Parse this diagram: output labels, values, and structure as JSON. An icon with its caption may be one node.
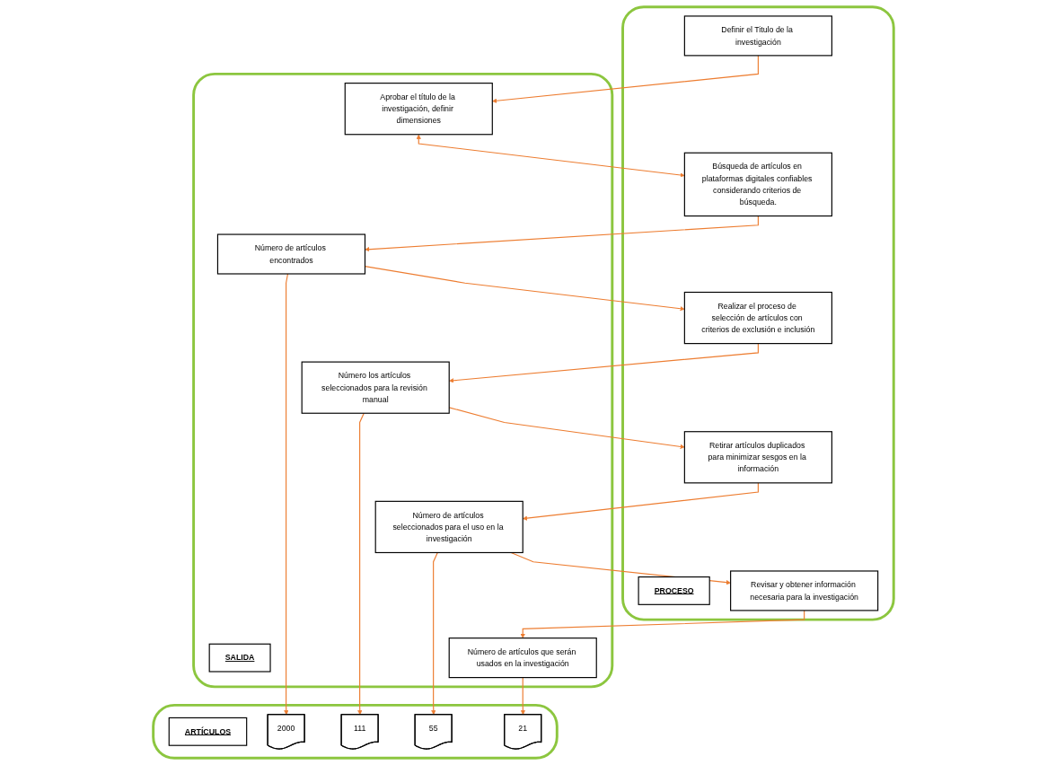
{
  "diagram": {
    "nodes": [
      {
        "text": [],
        "shape": "box"
      },
      {
        "text": [
          "PROCESO"
        ],
        "in": 0
      },
      {
        "text": [
          "Definir el Titulo de la investigación"
        ],
        "in": 0
      },
      {
        "text": [
          "Búsqueda de artículos en plataformas digitales confiables considerando criterios de búsqueda."
        ],
        "in": 0
      },
      {
        "text": [
          "Realizar el proceso de selección de artículos con criterios de exclusión e inclusión"
        ],
        "in": 0
      },
      {
        "text": [
          "Retirar artículos duplicados para minimizar sesgos en la información"
        ],
        "in": 0
      },
      {
        "text": [
          "Revisar y obtener información necesaria para la investigación"
        ],
        "in": 0
      },
      {
        "text": [],
        "shape": "box"
      },
      {
        "text": [
          "SALIDA"
        ],
        "in": 7
      },
      {
        "text": [
          "Aprobar el título de la investigación, definir dimensiones"
        ],
        "in": 7
      },
      {
        "text": [
          "Número de artículos encontrados"
        ],
        "in": 7
      },
      {
        "text": [
          "Número los artículos seleccionados para la revisión manual"
        ],
        "in": 7
      },
      {
        "text": [
          "Número de artículos seleccionados para el uso en la investigación"
        ],
        "in": 7
      },
      {
        "text": [
          "Número de artículos que serán usados en la investigación"
        ],
        "in": 7
      },
      {
        "text": [],
        "shape": "box"
      },
      {
        "text": [
          "ARTÍCULOS"
        ],
        "in": 14
      },
      {
        "text": [
          "2000"
        ],
        "in": 14
      },
      {
        "text": [
          "111"
        ],
        "in": 14
      },
      {
        "text": [
          "55"
        ],
        "in": 14
      },
      {
        "text": [
          "21"
        ],
        "in": 14
      }
    ],
    "edges": [
      {
        "from": 2,
        "to": 9,
        "arrow": "to"
      },
      {
        "from": 9,
        "to": 3,
        "arrow": "both"
      },
      {
        "from": 3,
        "to": 10,
        "arrow": "to"
      },
      {
        "from": 10,
        "to": 16,
        "arrow": "to"
      },
      {
        "from": 10,
        "to": 4,
        "arrow": "to"
      },
      {
        "from": 4,
        "to": 11,
        "arrow": "to"
      },
      {
        "from": 11,
        "to": 17,
        "arrow": "to"
      },
      {
        "from": 11,
        "to": 5,
        "arrow": "to"
      },
      {
        "from": 5,
        "to": 12,
        "arrow": "to"
      },
      {
        "from": 12,
        "to": 18,
        "arrow": "to"
      },
      {
        "from": 12,
        "to": 6,
        "arrow": "to"
      },
      {
        "from": 6,
        "to": 13,
        "arrow": "to"
      },
      {
        "from": 13,
        "to": 19,
        "arrow": "to"
      }
    ]
  }
}
